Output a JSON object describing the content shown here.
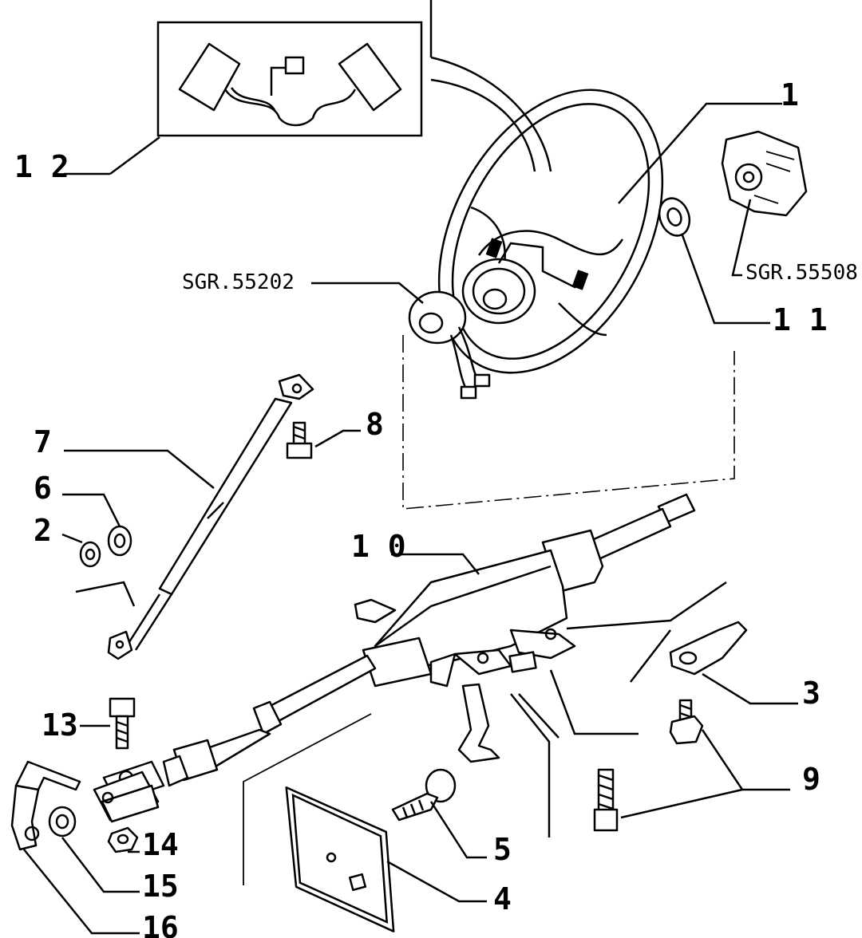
{
  "callouts": [
    {
      "id": "1",
      "label": "1"
    },
    {
      "id": "2",
      "label": "2"
    },
    {
      "id": "3",
      "label": "3"
    },
    {
      "id": "4",
      "label": "4"
    },
    {
      "id": "5",
      "label": "5"
    },
    {
      "id": "6",
      "label": "6"
    },
    {
      "id": "7",
      "label": "7"
    },
    {
      "id": "8",
      "label": "8"
    },
    {
      "id": "9",
      "label": "9"
    },
    {
      "id": "10",
      "label": "1 0"
    },
    {
      "id": "11",
      "label": "1 1"
    },
    {
      "id": "12",
      "label": "1 2"
    },
    {
      "id": "13",
      "label": "13"
    },
    {
      "id": "14",
      "label": "14"
    },
    {
      "id": "15",
      "label": "15"
    },
    {
      "id": "16",
      "label": "16"
    }
  ],
  "refs": {
    "sgr_55202": "SGR.55202",
    "sgr_55508": "SGR.55508"
  }
}
